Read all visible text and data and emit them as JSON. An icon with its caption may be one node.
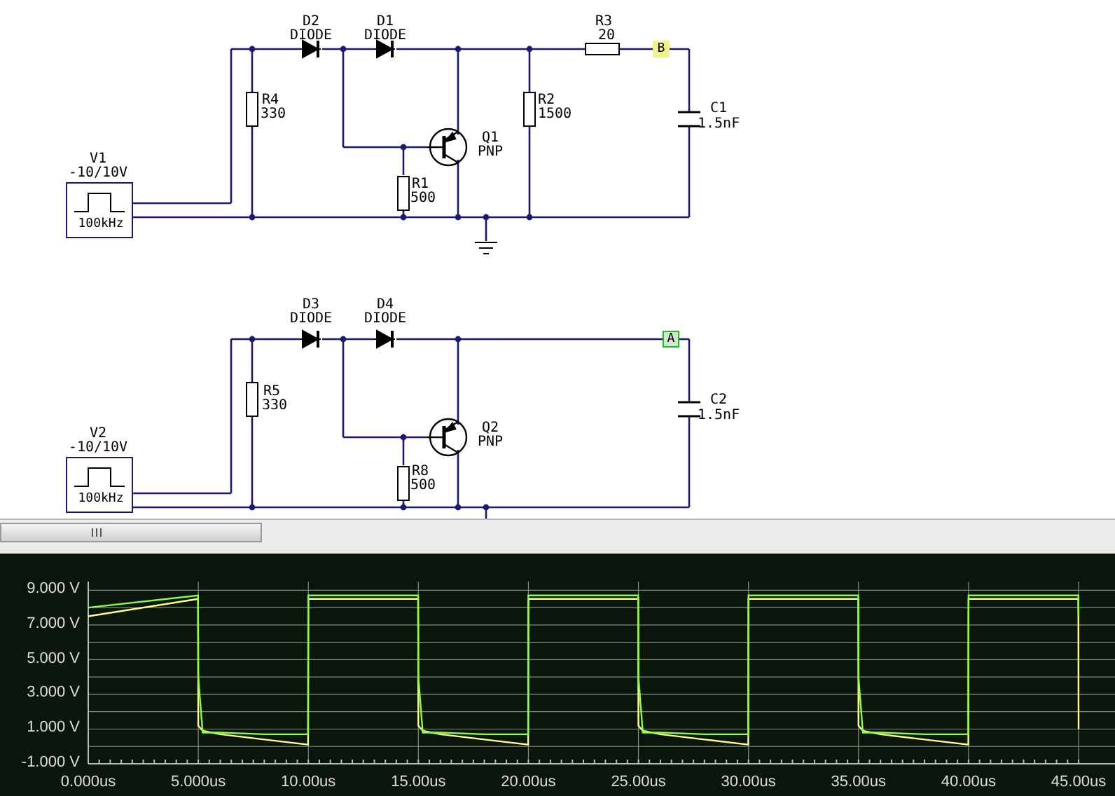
{
  "diagram": {
    "nodes": [
      {
        "text": [
          "100kHz"
        ],
        "beside": [
          "V1",
          "-10/10V"
        ]
      },
      {
        "text": [
          "B"
        ]
      },
      {
        "text": [
          "100kHz"
        ],
        "beside": [
          "V2",
          "-10/10V"
        ]
      },
      {
        "text": [
          "A"
        ]
      }
    ],
    "labels": [
      "D2",
      "DIODE",
      "D1",
      "DIODE",
      "R3",
      "20",
      "R4",
      "330",
      "R2",
      "1500",
      "C1",
      "1.5nF",
      "Q1",
      "PNP",
      "R1",
      "500",
      "D3",
      "DIODE",
      "D4",
      "DIODE",
      "R5",
      "330",
      "C2",
      "1.5nF",
      "Q2",
      "PNP",
      "R8",
      "500"
    ],
    "chart_data": {
      "type": "line",
      "grid": true,
      "xlim": [
        0,
        45
      ],
      "ylim": [
        -1,
        9.5
      ],
      "xticks": [
        {
          "value": 0,
          "label": "0.000us"
        },
        {
          "value": 5,
          "label": "5.000us"
        },
        {
          "value": 10,
          "label": "10.00us"
        },
        {
          "value": 15,
          "label": "15.00us"
        },
        {
          "value": 20,
          "label": "20.00us"
        },
        {
          "value": 25,
          "label": "25.00us"
        },
        {
          "value": 30,
          "label": "30.00us"
        },
        {
          "value": 35,
          "label": "35.00us"
        },
        {
          "value": 40,
          "label": "40.00us"
        },
        {
          "value": 45,
          "label": "45.00us"
        }
      ],
      "yticks": [
        {
          "value": 9,
          "label": "9.000 V"
        },
        {
          "value": 7,
          "label": "7.000 V"
        },
        {
          "value": 5,
          "label": "5.000 V"
        },
        {
          "value": 3,
          "label": "3.000 V"
        },
        {
          "value": 1,
          "label": "1.000 V"
        },
        {
          "value": -1,
          "label": "-1.000 V"
        }
      ],
      "x": [
        0,
        4.99,
        5,
        5.2,
        6,
        8,
        9.99,
        10,
        14.99,
        15,
        15.2,
        16,
        18,
        19.99,
        20,
        24.99,
        25,
        25.2,
        26,
        28,
        29.99,
        30,
        34.99,
        35,
        35.2,
        36,
        38,
        39.99,
        40,
        44.99,
        45
      ],
      "series": [
        {
          "color": "#ffff88",
          "values": [
            7.5,
            8.5,
            1.2,
            0.9,
            0.7,
            0.4,
            0.1,
            8.5,
            8.5,
            1.2,
            0.9,
            0.7,
            0.4,
            0.1,
            8.5,
            8.5,
            1.2,
            0.9,
            0.7,
            0.4,
            0.1,
            8.5,
            8.5,
            1.2,
            0.9,
            0.7,
            0.4,
            0.1,
            8.5,
            8.5,
            1.0
          ]
        },
        {
          "color": "#88ff44",
          "values": [
            8.0,
            8.7,
            4.0,
            0.8,
            0.8,
            0.7,
            0.7,
            8.7,
            8.7,
            4.0,
            0.8,
            0.8,
            0.7,
            0.7,
            8.7,
            8.7,
            4.0,
            0.8,
            0.8,
            0.7,
            0.7,
            8.7,
            8.7,
            4.0,
            0.8,
            0.8,
            0.7,
            0.7,
            8.7,
            8.7,
            7.5
          ]
        }
      ]
    }
  }
}
